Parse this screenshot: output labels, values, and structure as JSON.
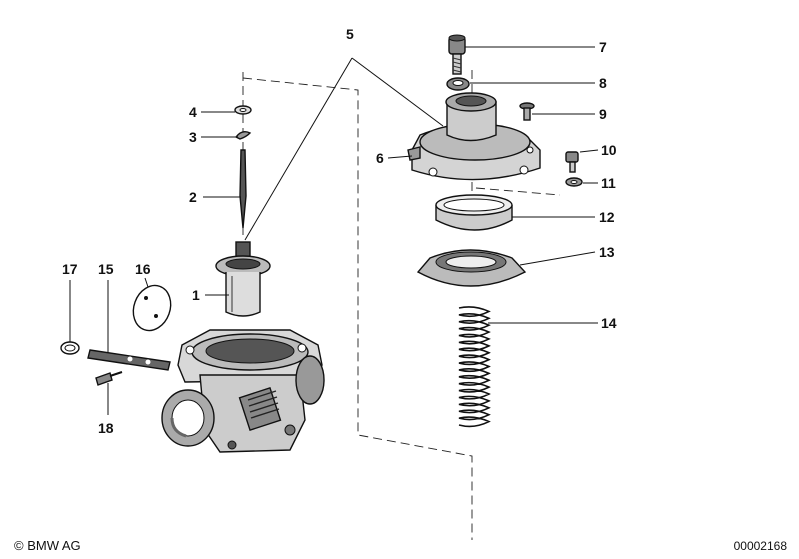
{
  "callouts": [
    "1",
    "2",
    "3",
    "4",
    "5",
    "6",
    "7",
    "8",
    "9",
    "10",
    "11",
    "12",
    "13",
    "14",
    "15",
    "16",
    "17",
    "18"
  ],
  "footer": {
    "copyright_symbol": "©",
    "brand": "BMW AG",
    "drawing_number": "00002168"
  }
}
